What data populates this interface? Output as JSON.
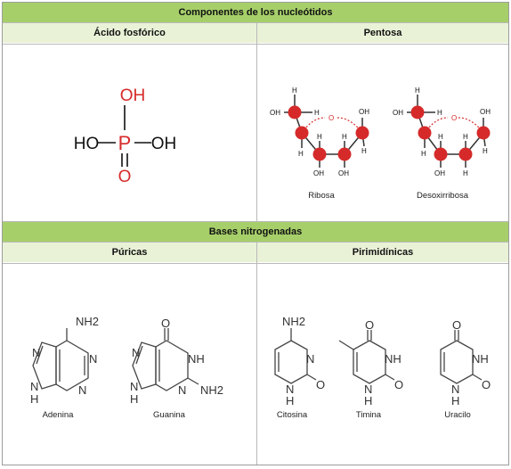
{
  "table": {
    "title": "Componentes de los nucleótidos",
    "col_acid": "Ácido fosfórico",
    "col_pentose": "Pentosa",
    "bases_title": "Bases nitrogenadas",
    "col_purines": "Púricas",
    "col_pyrimidines": "Pirimidínicas"
  },
  "phosphoric": {
    "atom_p": "P",
    "oh_top": "OH",
    "ho_left": "HO",
    "oh_right": "OH",
    "o_bottom": "O"
  },
  "sugars": {
    "ribose": "Ribosa",
    "deoxyribose": "Desoxirribosa",
    "h": "H",
    "o": "O",
    "oh": "OH"
  },
  "purines": {
    "adenine": "Adenina",
    "guanine": "Guanina",
    "nh2": "NH2",
    "n": "N",
    "h": "H",
    "o": "O",
    "nh": "NH"
  },
  "pyrimidines": {
    "cytosine": "Citosina",
    "thymine": "Timina",
    "uracil": "Uracilo",
    "nh2": "NH2",
    "n": "N",
    "h": "H",
    "o": "O",
    "nh": "NH"
  },
  "colors": {
    "header_bg": "#a6cf6a",
    "subheader_bg": "#e9f2d7",
    "atom_red": "#d62a2a",
    "border": "#9c9c9c"
  }
}
